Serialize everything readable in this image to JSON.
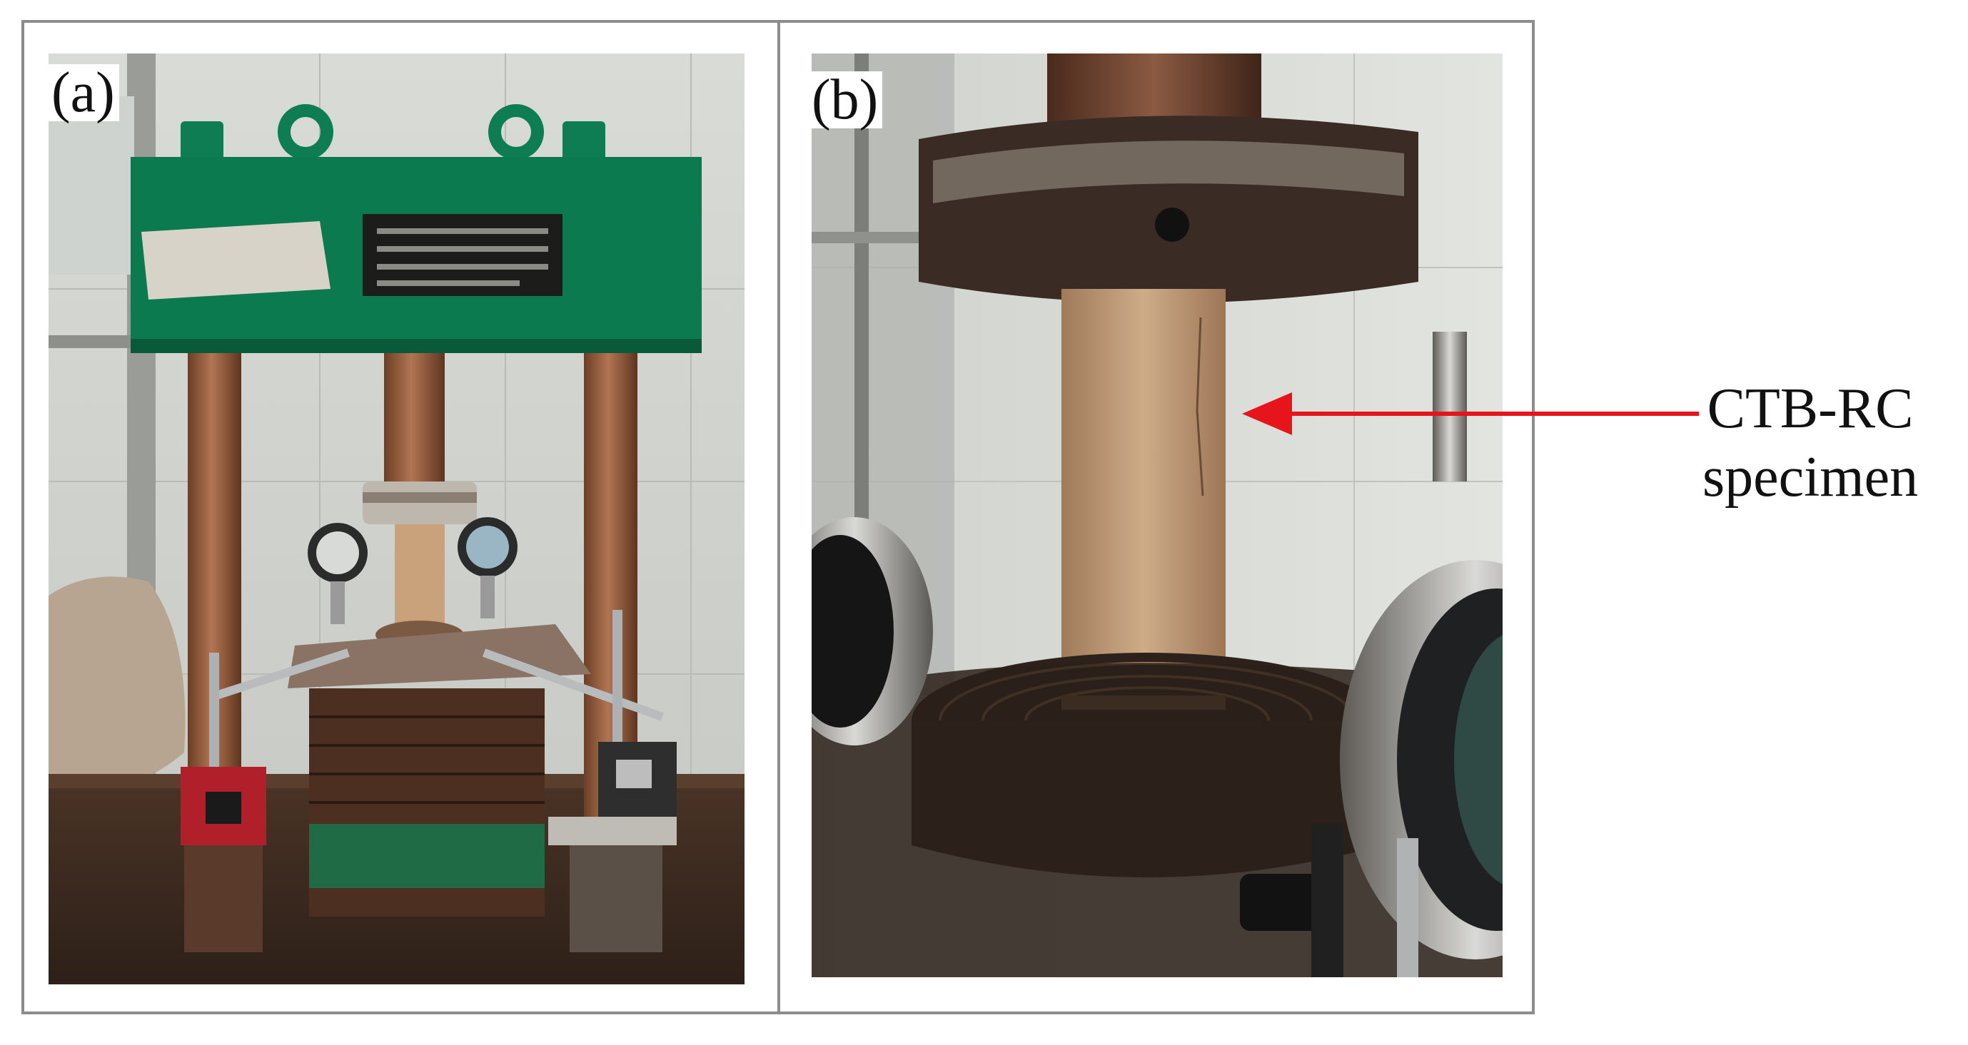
{
  "figure": {
    "panel_a": {
      "label": "(a)"
    },
    "panel_b": {
      "label": "(b)"
    },
    "annotation": {
      "line1": "CTB-RC",
      "line2": "specimen"
    },
    "colors": {
      "arrow": "#e8141b",
      "frame": "#8c8c8c",
      "machine_green": "#0b7a4e",
      "specimen": "#c9a17a"
    }
  }
}
